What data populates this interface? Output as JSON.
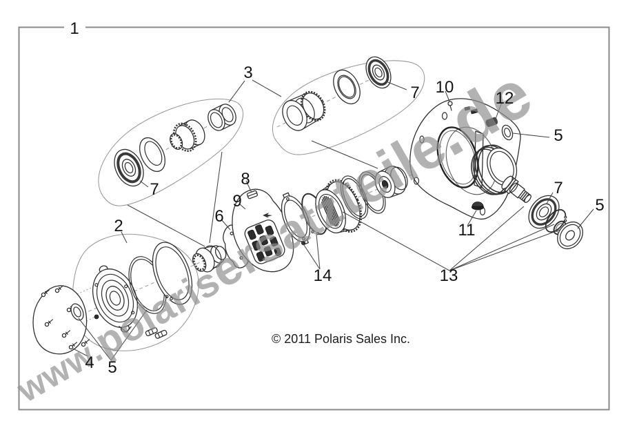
{
  "border": {
    "color": "#8a8a8a"
  },
  "callouts": [
    {
      "id": "frame",
      "label": "1"
    },
    {
      "id": "cover-group",
      "label": "2"
    },
    {
      "id": "input-group",
      "label": "3"
    },
    {
      "id": "cover-plate",
      "label": "4"
    },
    {
      "id": "seal-cover",
      "label": "5"
    },
    {
      "id": "seal-housing",
      "label": "5"
    },
    {
      "id": "washer-output",
      "label": "5"
    },
    {
      "id": "clutch-plate",
      "label": "6"
    },
    {
      "id": "bearing-left",
      "label": "7"
    },
    {
      "id": "bearing-top",
      "label": "7"
    },
    {
      "id": "bearing-output",
      "label": "7"
    },
    {
      "id": "roll-pin",
      "label": "8"
    },
    {
      "id": "clutch-cover",
      "label": "9"
    },
    {
      "id": "housing",
      "label": "10"
    },
    {
      "id": "fill-plug",
      "label": "11"
    },
    {
      "id": "drain-plug",
      "label": "12"
    },
    {
      "id": "output-shaft-set",
      "label": "13"
    },
    {
      "id": "retainer-rings",
      "label": "14"
    }
  ],
  "watermark": {
    "text": "www.polarisersatzteile.de",
    "color": "#8f8f8f"
  },
  "copyright": {
    "text": "© 2011 Polaris Sales Inc."
  }
}
